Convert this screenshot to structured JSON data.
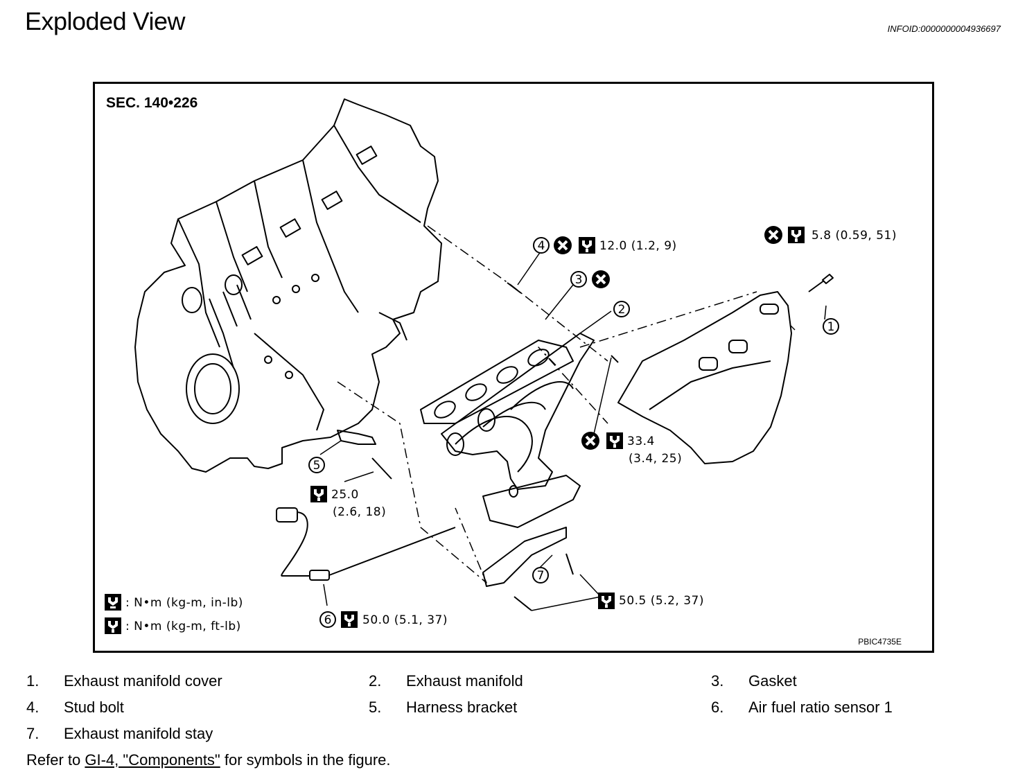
{
  "header": {
    "title": "Exploded View",
    "info_id": "INFOID:0000000004936697"
  },
  "figure": {
    "section": "SEC. 140•226",
    "code": "PBIC4735E",
    "callouts": {
      "c1": "1",
      "c2": "2",
      "c3": "3",
      "c4": "4",
      "c5": "5",
      "c6": "6",
      "c7": "7"
    },
    "torques": {
      "t_cover_bolt": "5.8 (0.59, 51)",
      "t_stud_bolt": "12.0 (1.2, 9)",
      "t_nut_line1": "33.4",
      "t_nut_line2": "(3.4, 25)",
      "t_harness_line1": "25.0",
      "t_harness_line2": "(2.6, 18)",
      "t_stay": "50.5 (5.2, 37)",
      "t_sensor": "50.0 (5.1, 37)"
    },
    "legend": {
      "in_lb": ": N•m (kg-m, in-lb)",
      "ft_lb": ": N•m (kg-m, ft-lb)"
    }
  },
  "parts": [
    {
      "num": "1.",
      "name": "Exhaust manifold cover"
    },
    {
      "num": "2.",
      "name": "Exhaust manifold"
    },
    {
      "num": "3.",
      "name": "Gasket"
    },
    {
      "num": "4.",
      "name": "Stud bolt"
    },
    {
      "num": "5.",
      "name": "Harness bracket"
    },
    {
      "num": "6.",
      "name": "Air fuel ratio sensor 1"
    },
    {
      "num": "7.",
      "name": "Exhaust manifold stay"
    }
  ],
  "footer": {
    "prefix": "Refer to ",
    "link": "GI-4, \"Components\"",
    "suffix": " for symbols in the figure."
  }
}
